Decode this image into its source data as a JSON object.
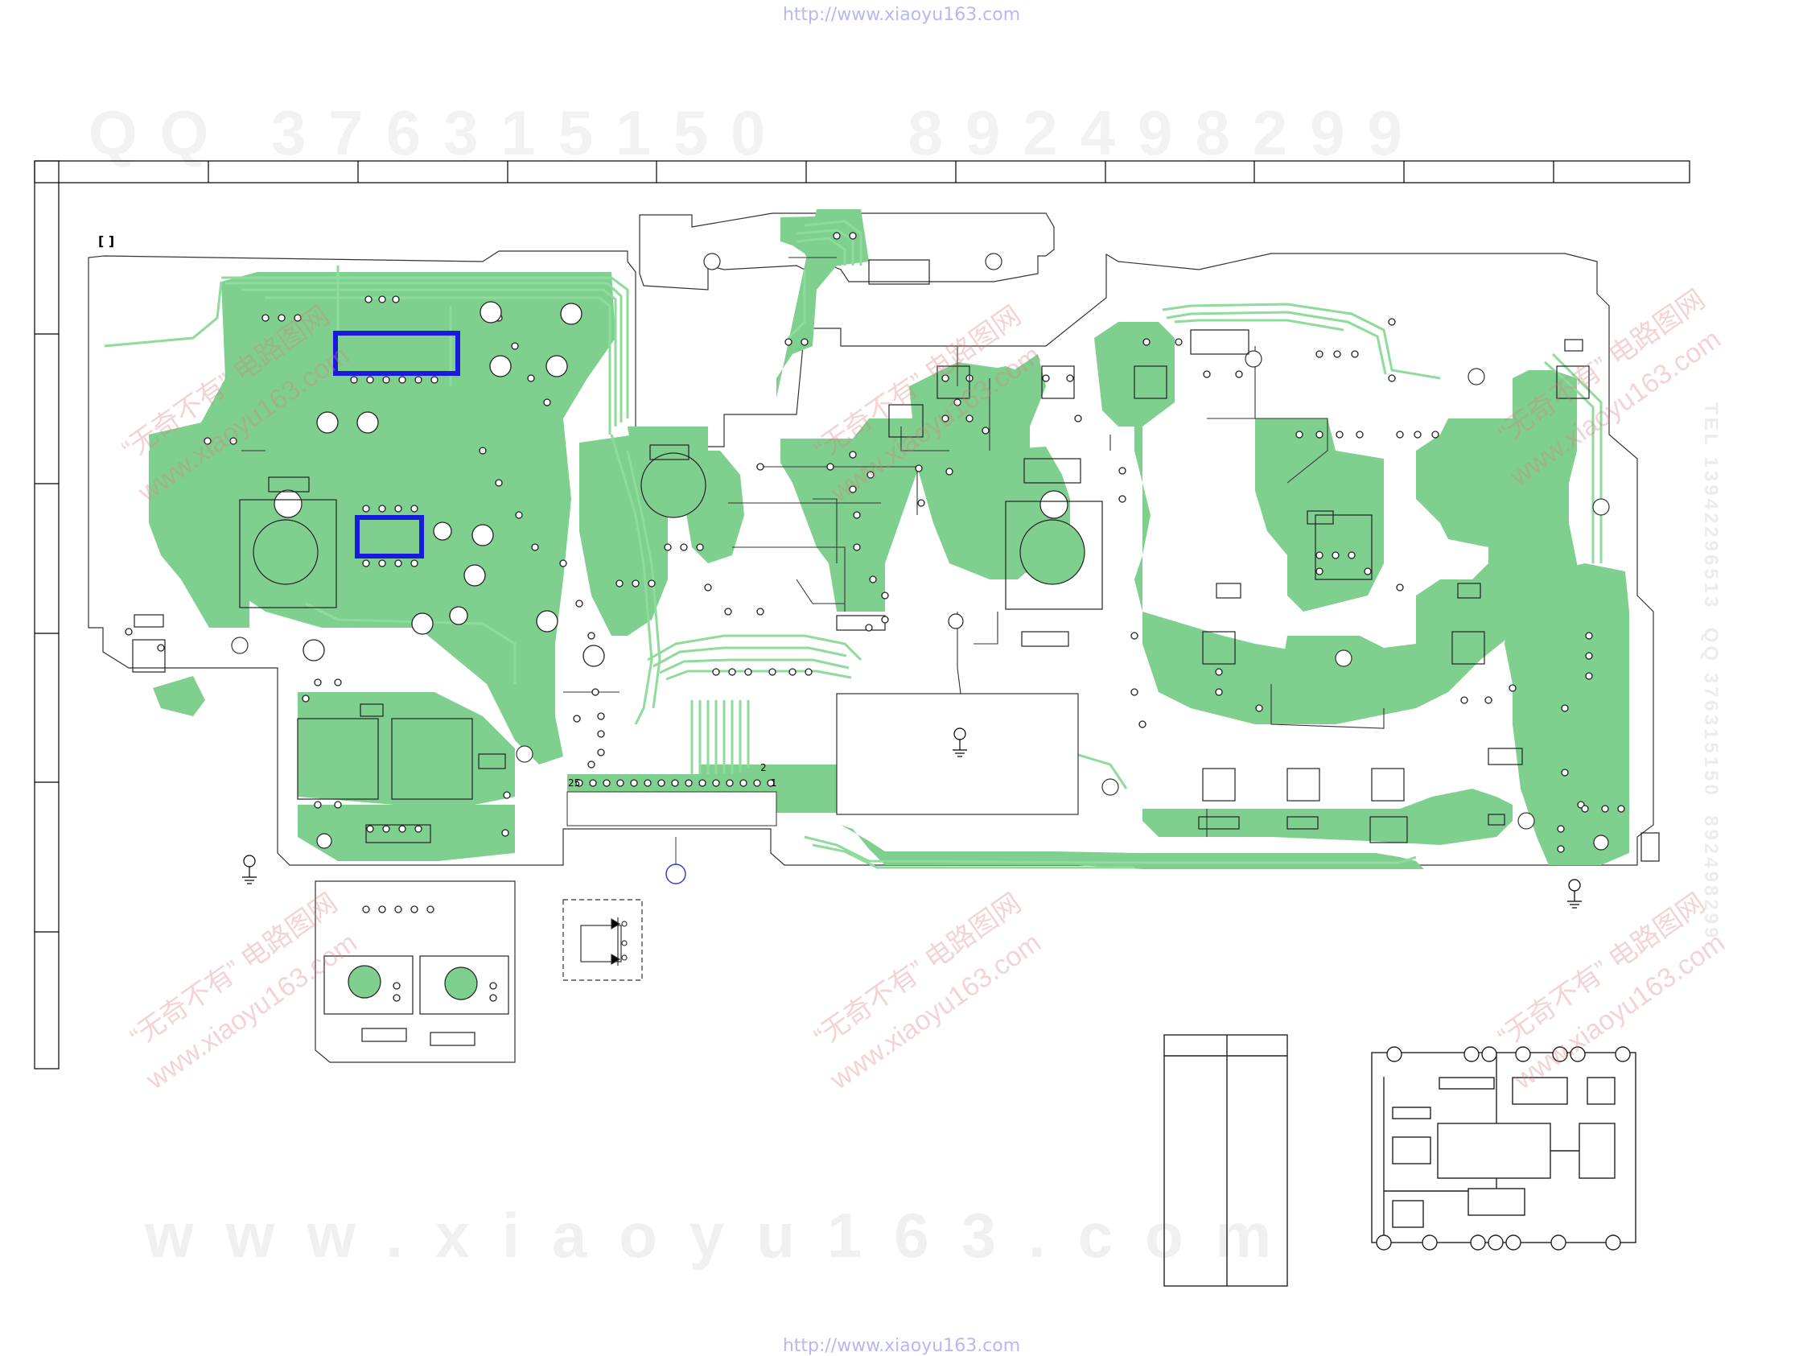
{
  "header": {
    "url_top": "http://www.xiaoyu163.com"
  },
  "footer": {
    "url_bottom": "http://www.xiaoyu163.com"
  },
  "watermarks": {
    "top_strip": "QQ 376315150   892498299",
    "bottom_strip": "www.xiaoyu163.com",
    "side_strip": "TEL 13942296513  QQ 376315150  892498299",
    "diagonal_cn": "“无奇不有” 电路图网",
    "diagonal_url": "www.xiaoyu163.com"
  },
  "board": {
    "bracket_label": "[             ]",
    "connector_pin_25": "25",
    "connector_pin_1": "1",
    "connector_pin_2": "2",
    "highlight_color": "#1a1adf",
    "copper_color": "#7fd08f",
    "trace_color": "#8fdb9c"
  }
}
